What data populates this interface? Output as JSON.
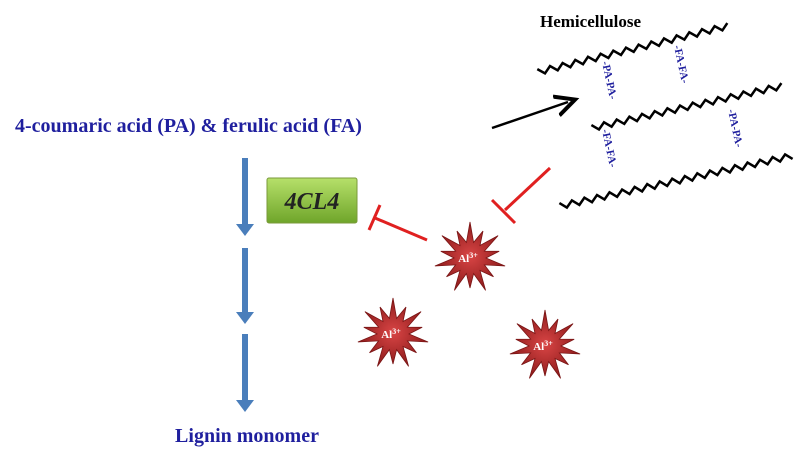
{
  "labels": {
    "hemicellulose": "Hemicellulose",
    "precursors": "4-coumaric acid (PA) & ferulic acid (FA)",
    "enzyme": "4CL4",
    "product": "Lignin monomer",
    "ion": "Al",
    "ion_charge": "3+"
  },
  "linkers": [
    "-PA-PA-",
    "-FA-FA-",
    "-FA-FA-",
    "-PA-PA-"
  ],
  "colors": {
    "text_blue": "#1f1f9e",
    "arrow_blue": "#4a7ebb",
    "inhibit_red": "#e02020",
    "star_red": "#b22a2a",
    "enzyme_green": "#8cc63f"
  }
}
